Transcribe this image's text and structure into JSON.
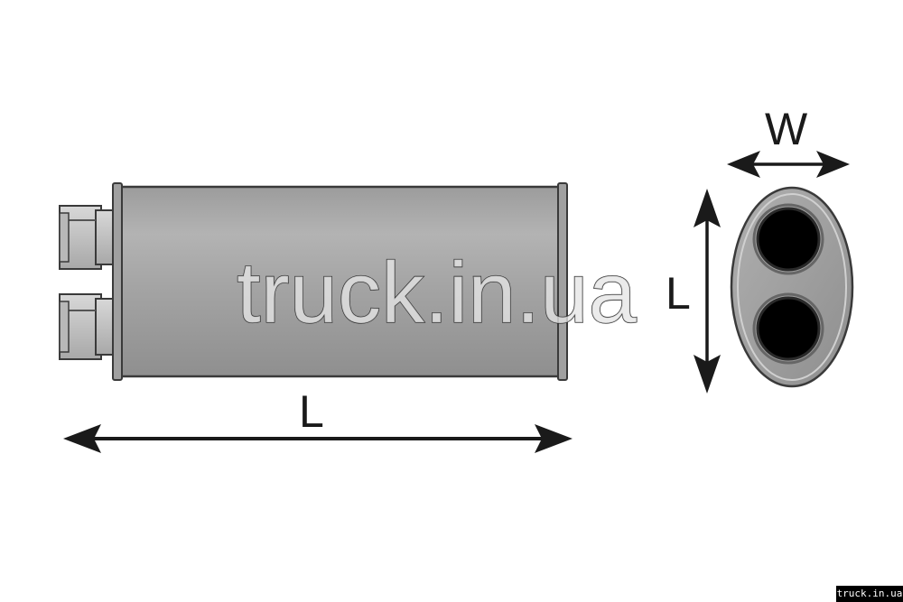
{
  "diagram": {
    "length_label_bottom": "L",
    "length_label_side": "L",
    "width_label": "W",
    "watermark": "truck.in.ua",
    "footer_tag": "truck.in.ua"
  },
  "colors": {
    "body_fill": "#a5a5a5",
    "outline": "#3a3a3a",
    "pipe_fill": "#c8c8c8",
    "hole_fill": "#000000",
    "arrow": "#1a1a1a"
  }
}
